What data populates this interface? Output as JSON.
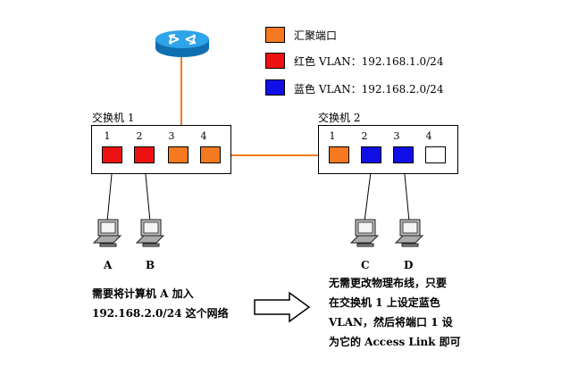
{
  "legend": {
    "items": [
      {
        "label": "汇聚端口",
        "color": "#f47920"
      },
      {
        "label": "红色 VLAN：192.168.1.0/24",
        "color": "#ee1111"
      },
      {
        "label": "蓝色 VLAN：192.168.2.0/24",
        "color": "#1010e6"
      }
    ]
  },
  "switch1": {
    "title": "交换机 1",
    "ports": [
      {
        "num": "1",
        "color": "#ee1111"
      },
      {
        "num": "2",
        "color": "#ee1111"
      },
      {
        "num": "3",
        "color": "#f47920"
      },
      {
        "num": "4",
        "color": "#f47920"
      }
    ]
  },
  "switch2": {
    "title": "交换机 2",
    "ports": [
      {
        "num": "1",
        "color": "#f47920"
      },
      {
        "num": "2",
        "color": "#1010e6"
      },
      {
        "num": "3",
        "color": "#1010e6"
      },
      {
        "num": "4",
        "color": "#ffffff"
      }
    ]
  },
  "computers": [
    {
      "label": "A"
    },
    {
      "label": "B"
    },
    {
      "label": "C"
    },
    {
      "label": "D"
    }
  ],
  "notes": {
    "left": [
      "需要将计算机 A 加入",
      "192.168.2.0/24 这个网络"
    ],
    "right": [
      "无需更改物理布线，只要",
      "在交换机 1 上设定蓝色",
      "VLAN，然后将端口 1 设",
      "为它的 Access Link 即可"
    ]
  },
  "colors": {
    "trunk_line": "#f47920",
    "router": "#1e8fd6"
  }
}
